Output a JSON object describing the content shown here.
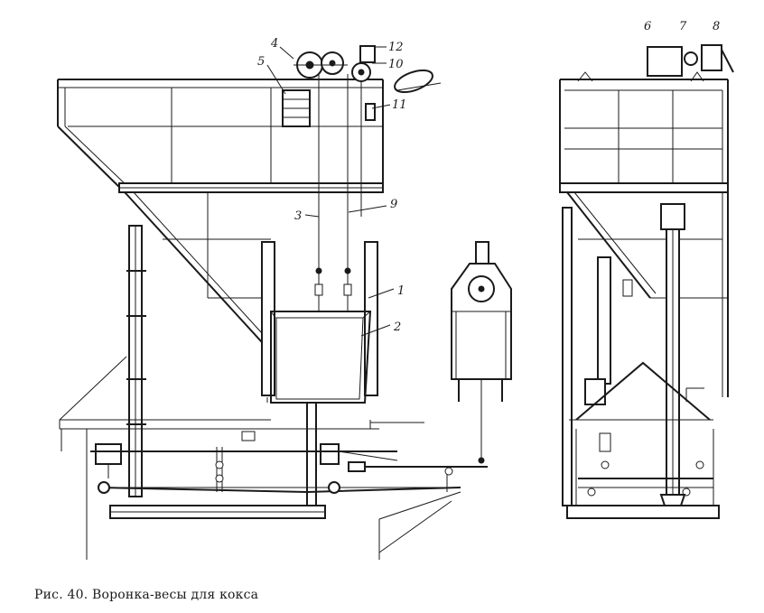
{
  "caption": "Рис. 40. Воронка-весы для кокса",
  "labels": {
    "l1": "1",
    "l2": "2",
    "l3": "3",
    "l4": "4",
    "l5": "5",
    "l6": "6",
    "l7": "7",
    "l8": "8",
    "l9": "9",
    "l10": "10",
    "l11": "11",
    "l12": "12"
  }
}
